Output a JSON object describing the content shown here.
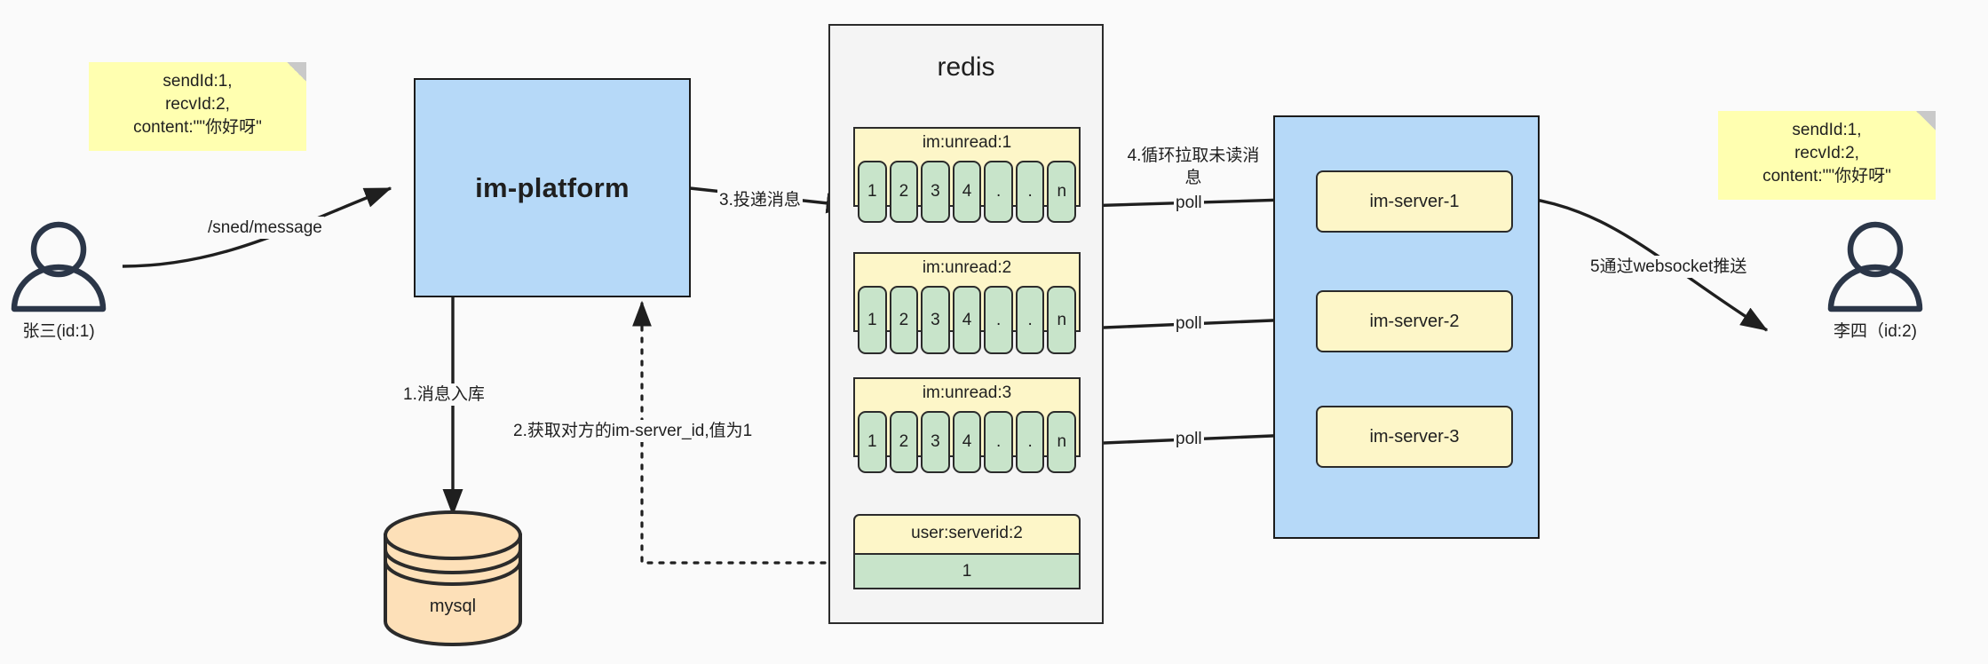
{
  "diagram": {
    "title": "IM message delivery architecture",
    "colors": {
      "background": "#fafafa",
      "sticky": "#ffffb0",
      "blue_box": "#b6d9f8",
      "yellow_box": "#fdf6c8",
      "green_cell": "#c8e4ca",
      "redis_container": "#f4f4f4",
      "mysql_cylinder": "#fde0b8",
      "stroke": "#2b2b2b"
    }
  },
  "sticky_notes": [
    {
      "id": "left-note",
      "text": "sendId:1,\nrecvId:2,\ncontent:\"\"你好呀\""
    },
    {
      "id": "right-note",
      "text": "sendId:1,\nrecvId:2,\ncontent:\"\"你好呀\""
    }
  ],
  "actors": [
    {
      "id": "sender",
      "label": "张三(id:1)",
      "icon": "user-icon"
    },
    {
      "id": "receiver",
      "label": "李四（id:2)",
      "icon": "user-icon"
    }
  ],
  "platform": {
    "label": "im-platform"
  },
  "database": {
    "label": "mysql",
    "icon": "database-cylinder-icon"
  },
  "redis": {
    "title": "redis",
    "queues": [
      {
        "key": "im:unread:1",
        "cells": [
          "1",
          "2",
          "3",
          "4",
          ".",
          ".",
          "n"
        ]
      },
      {
        "key": "im:unread:2",
        "cells": [
          "1",
          "2",
          "3",
          "4",
          ".",
          ".",
          "n"
        ]
      },
      {
        "key": "im:unread:3",
        "cells": [
          "1",
          "2",
          "3",
          "4",
          ".",
          ".",
          "n"
        ]
      }
    ],
    "kv": {
      "key": "user:serverid:2",
      "value": "1"
    }
  },
  "server_cluster": {
    "servers": [
      {
        "label": "im-server-1"
      },
      {
        "label": "im-server-2"
      },
      {
        "label": "im-server-3"
      }
    ]
  },
  "edge_labels": {
    "send_message": "/sned/message",
    "step1": "1.消息入库",
    "step2": "2.获取对方的im-server_id,值为1",
    "step3": "3.投递消息",
    "step4": "4.循环拉取未读消\n息",
    "step5": "5通过websocket推送",
    "poll1": "poll",
    "poll2": "poll",
    "poll3": "poll"
  }
}
